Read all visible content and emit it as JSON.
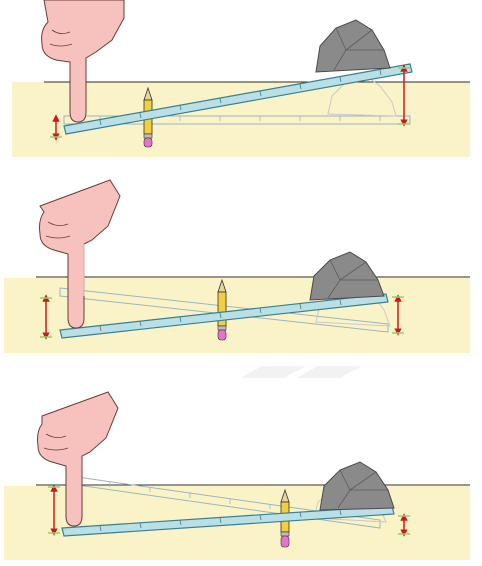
{
  "figure": {
    "panel_count": 3,
    "panels": [
      {
        "id": "panel-1",
        "fulcrum": "pencil-near-finger",
        "rock_shadow": "lower-ghost"
      },
      {
        "id": "panel-2",
        "fulcrum": "pencil-middle",
        "rock_shadow": "right-ghost"
      },
      {
        "id": "panel-3",
        "fulcrum": "pencil-near-rock",
        "rock_shadow": "right-ghost"
      }
    ]
  },
  "colors": {
    "table_fill": "#fbf3c8",
    "table_edge": "#2b2b2b",
    "ruler_fill": "#b9dfe7",
    "ruler_edge": "#3a7f8f",
    "ghost_ruler": "#9bb5bd",
    "rock": "#8a8a8a",
    "rock_dark": "#5c5c5c",
    "hand": "#f7c2bd",
    "hand_edge": "#6b3b36",
    "pencil_body": "#f2cf3c",
    "pencil_eraser": "#e772c8",
    "arrow_red": "#d01818",
    "arrow_cap": "#8dd46e"
  }
}
